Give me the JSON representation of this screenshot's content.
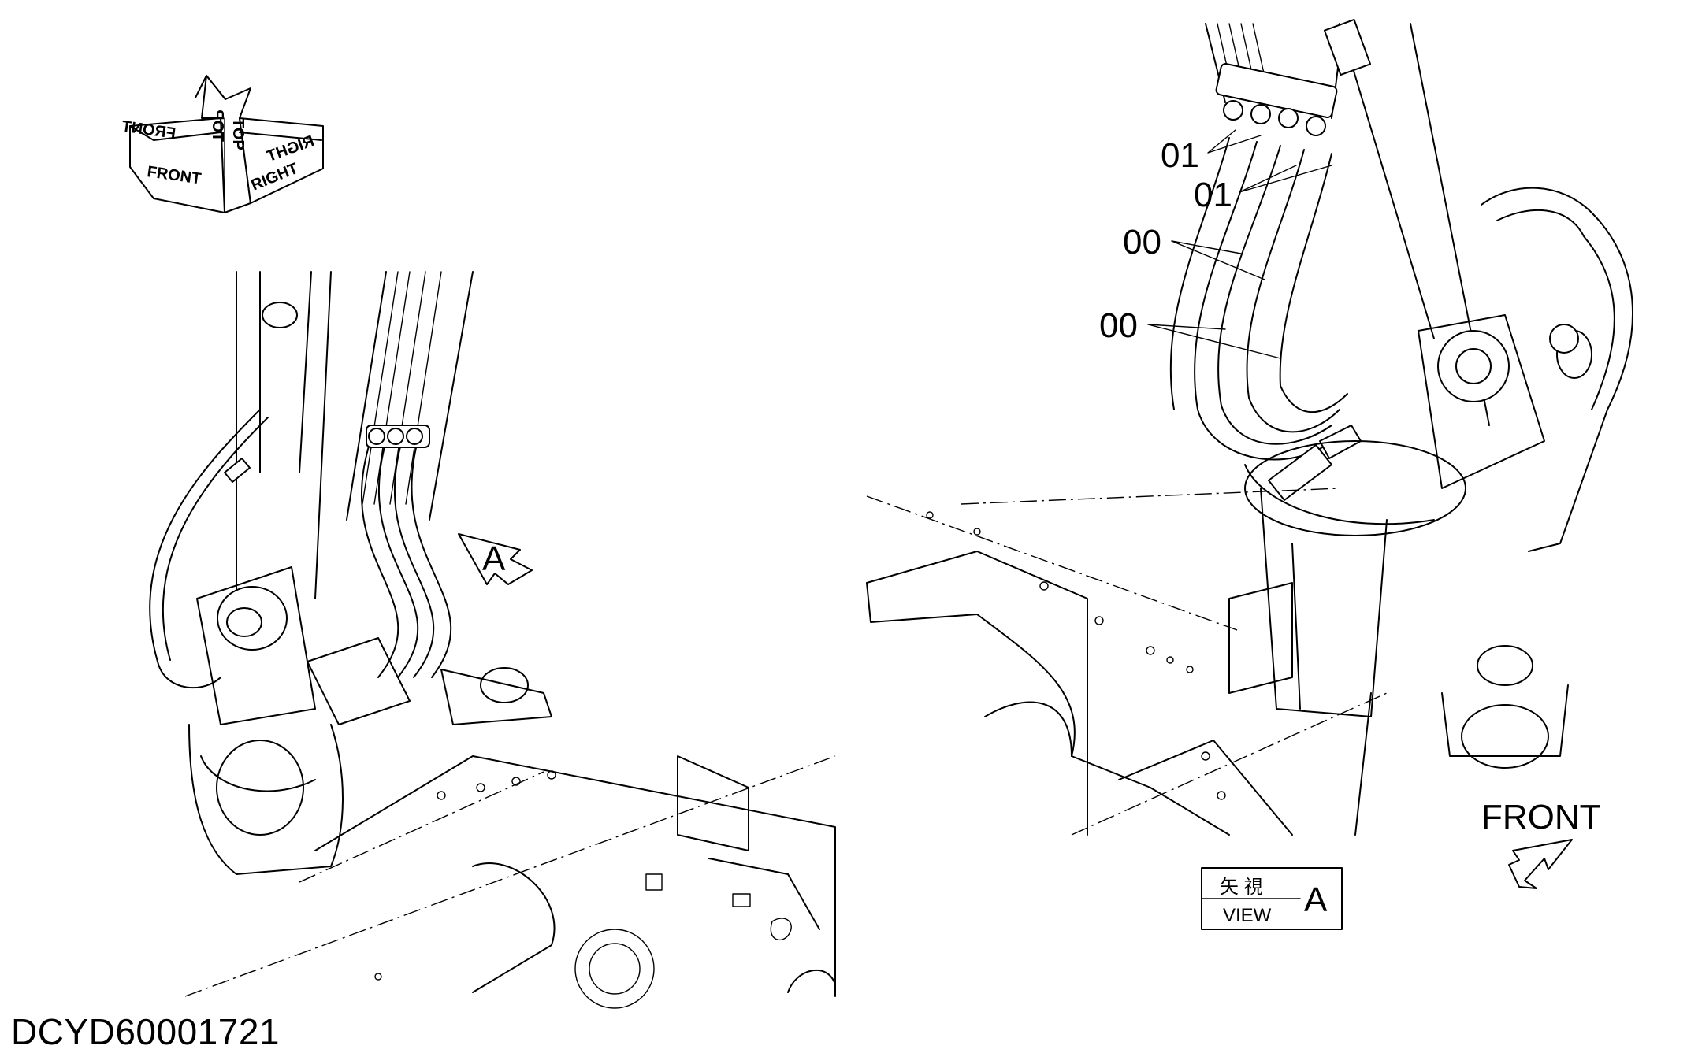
{
  "orientation_symbol": {
    "front": "FRONT",
    "top": "TOP",
    "right": "RIGHT"
  },
  "left_view": {
    "view_arrow_letter": "A"
  },
  "right_view": {
    "callouts": [
      "01",
      "01",
      "00",
      "00"
    ],
    "front_label": "FRONT",
    "view_box": {
      "japanese": "矢 視",
      "english": "VIEW",
      "letter": "A"
    }
  },
  "drawing_id": "DCYD60001721"
}
